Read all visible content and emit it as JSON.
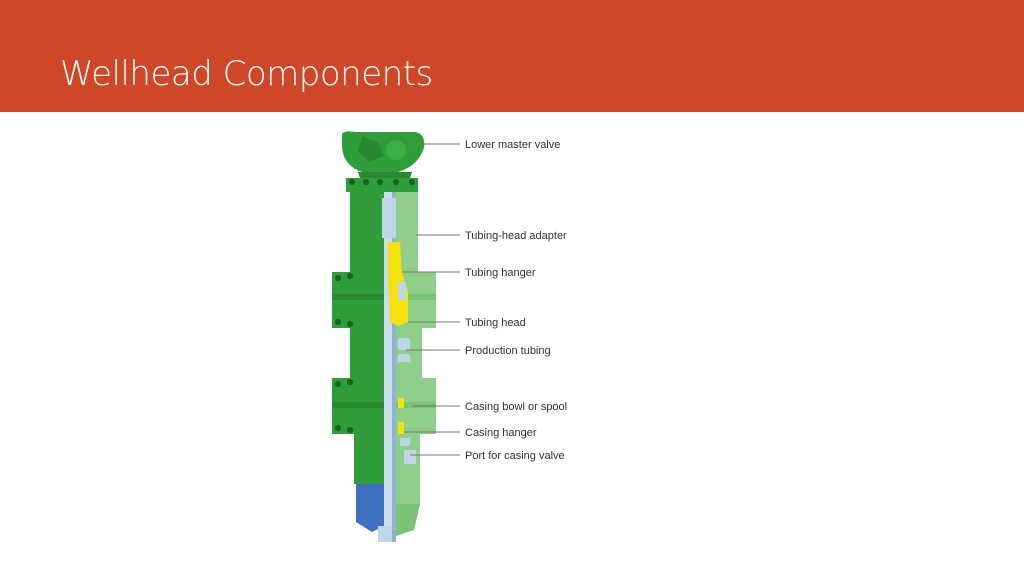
{
  "slide": {
    "title": "Wellhead Components"
  },
  "colors": {
    "title_bar": "#d04727",
    "body_green": "#2f9e3a",
    "section_green": "#8fcf8a",
    "hanger_yellow": "#f5e20c",
    "tubing_blue": "#bcd6ea",
    "casing_blue": "#3f6fc0"
  },
  "diagram": {
    "callouts": [
      {
        "id": "lower-master-valve",
        "label": "Lower master valve"
      },
      {
        "id": "tubing-head-adapter",
        "label": "Tubing-head adapter"
      },
      {
        "id": "tubing-hanger",
        "label": "Tubing hanger"
      },
      {
        "id": "tubing-head",
        "label": "Tubing head"
      },
      {
        "id": "production-tubing",
        "label": "Production tubing"
      },
      {
        "id": "casing-bowl-or-spool",
        "label": "Casing bowl or spool"
      },
      {
        "id": "casing-hanger",
        "label": "Casing hanger"
      },
      {
        "id": "port-for-casing-valve",
        "label": "Port for casing valve"
      }
    ]
  }
}
